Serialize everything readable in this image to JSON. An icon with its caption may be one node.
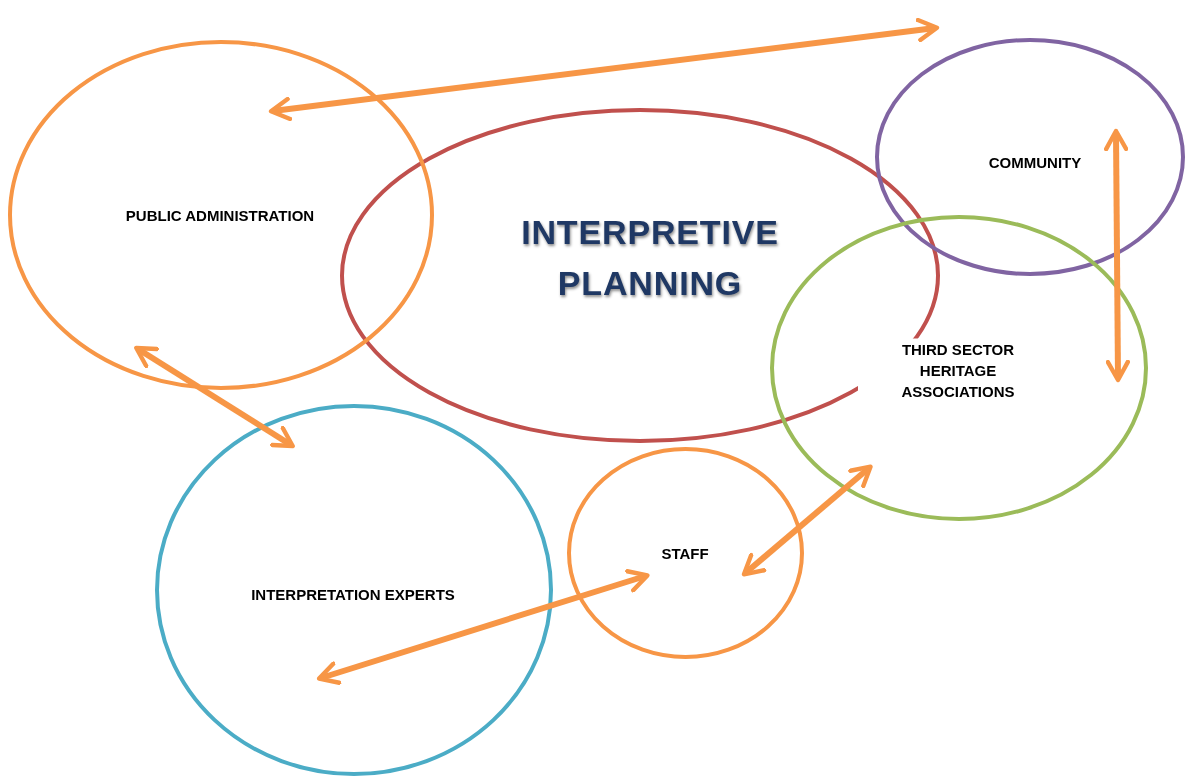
{
  "diagram": {
    "nodes": [
      {
        "text": [
          "INTERPRETIVE PLANNING"
        ]
      },
      {
        "text": [
          "PUBLIC ADMINISTRATION"
        ]
      },
      {
        "text": [
          "COMMUNITY"
        ]
      },
      {
        "text": [
          "THIRD SECTOR HERITAGE ASSOCIATIONS"
        ]
      },
      {
        "text": [
          "STAFF"
        ]
      },
      {
        "text": [
          "INTERPRETATION EXPERTS"
        ]
      }
    ],
    "edges": [
      {
        "from": 1,
        "to": 2,
        "arrow": "both"
      },
      {
        "from": 2,
        "to": 3,
        "arrow": "both"
      },
      {
        "from": 1,
        "to": 5,
        "arrow": "both"
      },
      {
        "from": 3,
        "to": 4,
        "arrow": "both"
      },
      {
        "from": 4,
        "to": 5,
        "arrow": "both"
      }
    ]
  }
}
